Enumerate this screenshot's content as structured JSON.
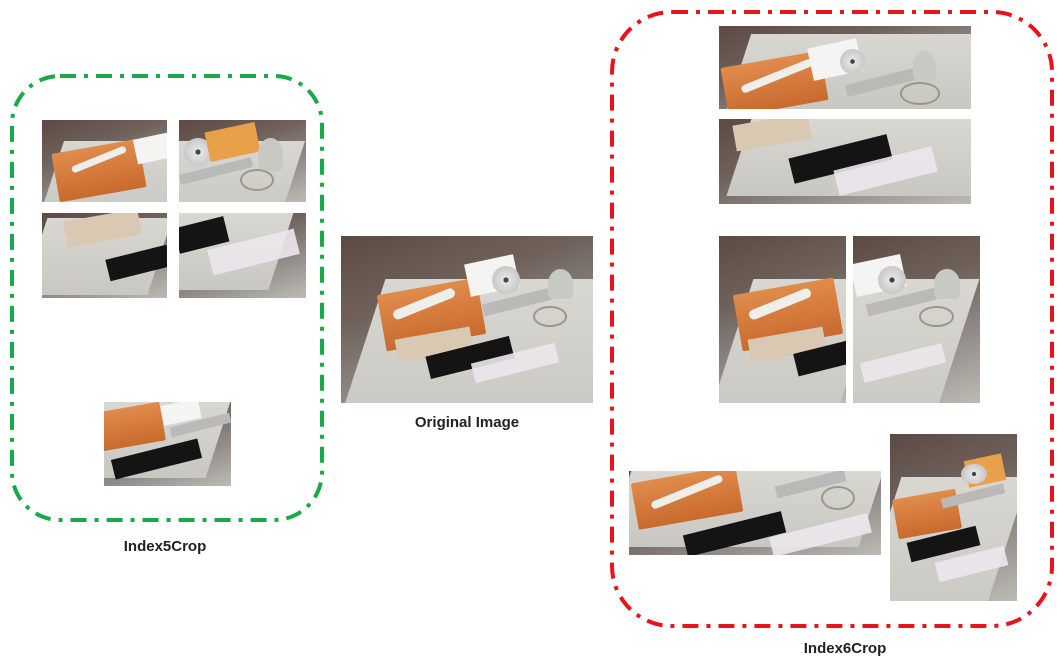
{
  "labels": {
    "original": "Original Image",
    "index5": "Index5Crop",
    "index6": "Index6Crop"
  },
  "colors": {
    "index5_frame": "#19a84a",
    "index6_frame": "#e8141c",
    "label_text": "#222222"
  }
}
